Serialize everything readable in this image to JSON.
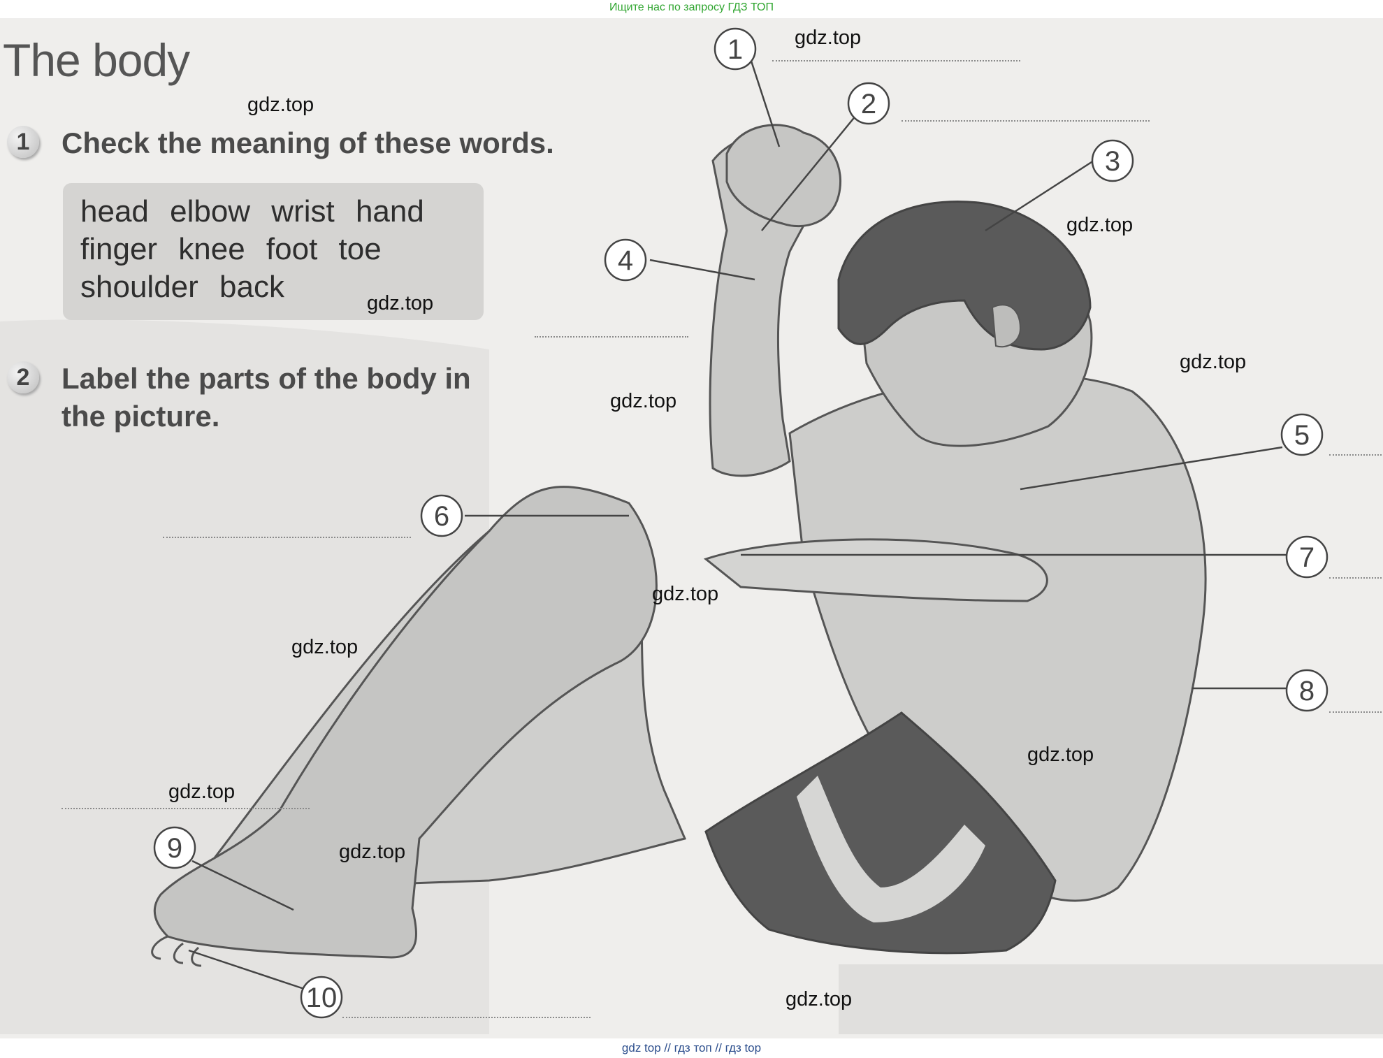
{
  "top_banner": "Ищите нас по запросу ГДЗ ТОП",
  "bottom_banner": "gdz top  //  гдз топ  //  гдз top",
  "title": "The body",
  "exercise1": {
    "number": "1",
    "instruction": "Check the meaning of these words.",
    "words_line1": "head  elbow  wrist  hand",
    "words_line2": "finger  knee  foot  toe",
    "words_line3": "shoulder  back"
  },
  "exercise2": {
    "number": "2",
    "instruction_line1": "Label the parts of the body in",
    "instruction_line2": "the picture."
  },
  "watermark": "gdz.top",
  "markers": [
    "1",
    "2",
    "3",
    "4",
    "5",
    "6",
    "7",
    "8",
    "9",
    "10"
  ],
  "colors": {
    "hair_shorts": "#5a5a5a",
    "skin": "#c9c9c7",
    "banner_green": "#2fa52f"
  }
}
